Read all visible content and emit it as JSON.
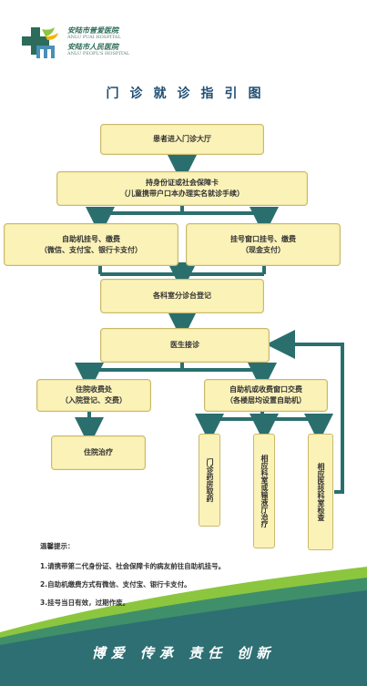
{
  "logo": {
    "cn_name_1": "安陆市普爱医院",
    "en_name_1": "ANLU PUAI HOSPITAL",
    "cn_name_2": "安陆市人民医院",
    "en_name_2": "ANLU PEOPL'S HOSPITAL"
  },
  "title": "门诊就诊指引图",
  "flow": {
    "enter": "患者进入门诊大厅",
    "id_line1": "持身份证或社会保障卡",
    "id_line2": "（儿童携带户口本办理实名就诊手续）",
    "self_line1": "自助机挂号、缴费",
    "self_line2": "（微信、支付宝、银行卡支付）",
    "window_line1": "挂号窗口挂号、缴费",
    "window_line2": "（现金支付）",
    "triage": "各科室分诊台登记",
    "doctor": "医生接诊",
    "inpatient_line1": "住院收费处",
    "inpatient_line2": "（入院登记、交费）",
    "payment_line1": "自助机或收费窗口交费",
    "payment_line2": "（各楼层均设置自助机）",
    "treatment": "住院治疗",
    "pharmacy": "门诊药房取药",
    "infusion": "相应科室或输液厅治疗",
    "exam": "相应医技科室检查"
  },
  "tips": {
    "heading": "温馨提示：",
    "items": [
      "1.请携带第二代身份证、社会保障卡的病友前往自助机挂号。",
      "2.自助机缴费方式有微信、支付宝、银行卡支付。",
      "3.挂号当日有效，过期作废。"
    ]
  },
  "slogan": "博爱  传承  责任  创新",
  "colors": {
    "title": "#1f4d73",
    "box_fill": "#fbf2b8",
    "arrow": "#2a6f6e",
    "bottom_teal": "#2d6f73",
    "bottom_green": "#8cc63f"
  }
}
